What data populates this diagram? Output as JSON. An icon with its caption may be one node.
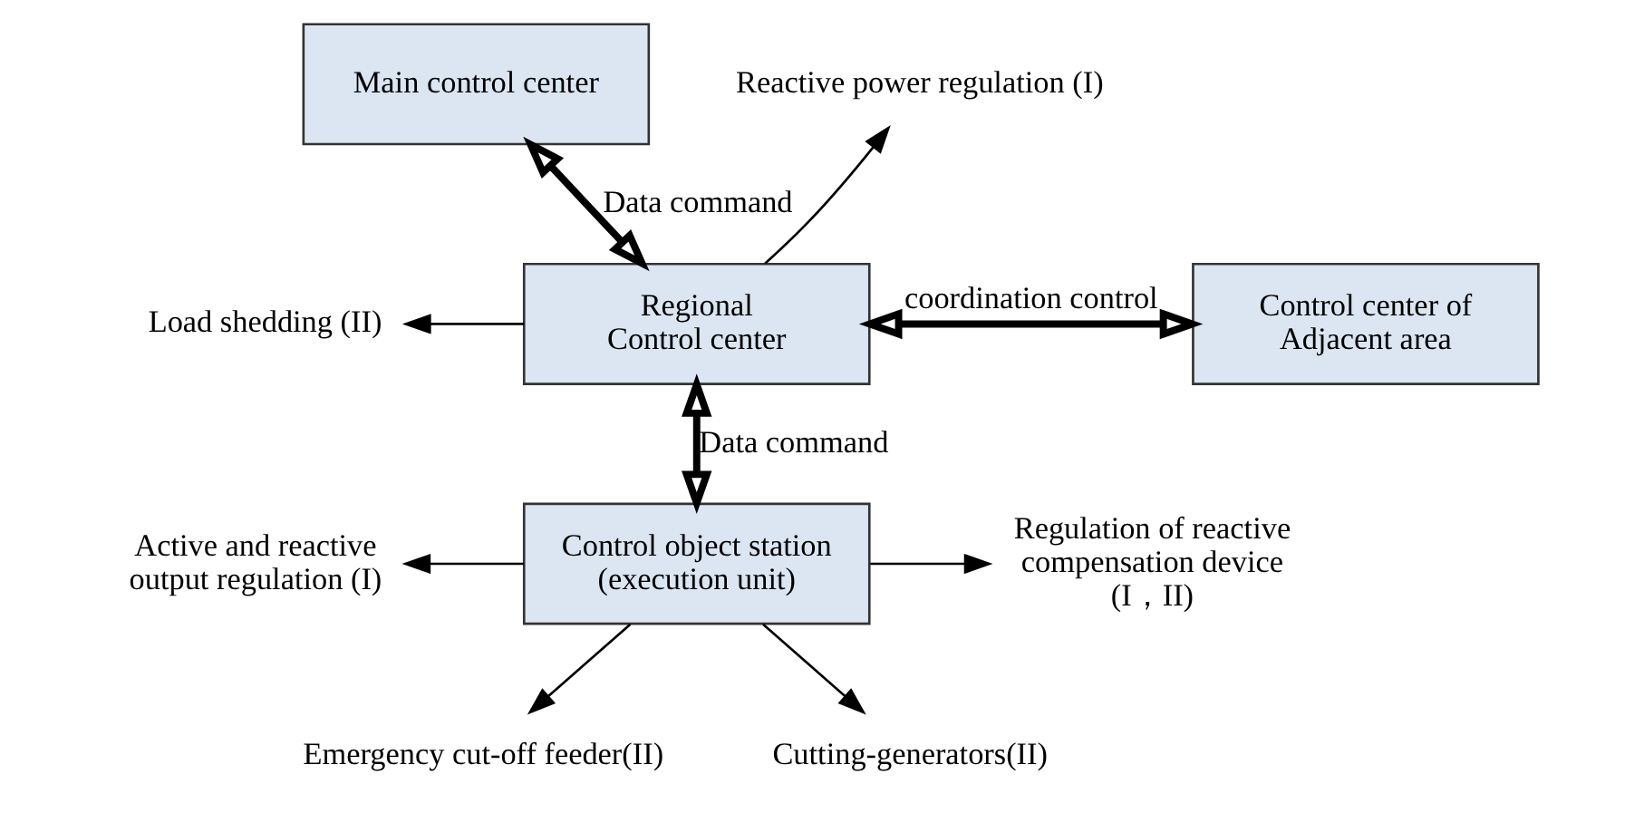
{
  "diagram": {
    "nodes": [
      {
        "text": [
          "Main control center"
        ]
      },
      {
        "text": [
          "Regional Control center"
        ]
      },
      {
        "text": [
          "Control center of Adjacent area"
        ]
      },
      {
        "text": [
          "Control object station (execution unit)"
        ]
      },
      {
        "text": [
          "Reactive power regulation (I)"
        ]
      },
      {
        "text": [
          "Load shedding (II)"
        ]
      },
      {
        "text": [
          "Active and reactive output regulation (I)"
        ]
      },
      {
        "text": [
          "Regulation of reactive compensation device (I，II)"
        ]
      },
      {
        "text": [
          "Emergency cut-off feeder(II)"
        ]
      },
      {
        "text": [
          "Cutting-generators(II)"
        ]
      }
    ],
    "edges": [
      {
        "from": 0,
        "to": 1,
        "arrow": "both",
        "label": "Data command",
        "style": "thick"
      },
      {
        "from": 1,
        "to": 2,
        "arrow": "both",
        "label": "coordination control",
        "style": "thick"
      },
      {
        "from": 1,
        "to": 4,
        "arrow": "to"
      },
      {
        "from": 1,
        "to": 5,
        "arrow": "to"
      },
      {
        "from": 1,
        "to": 3,
        "arrow": "both",
        "label": "Data command",
        "style": "thick"
      },
      {
        "from": 3,
        "to": 6,
        "arrow": "to"
      },
      {
        "from": 3,
        "to": 7,
        "arrow": "to"
      },
      {
        "from": 3,
        "to": 8,
        "arrow": "to"
      },
      {
        "from": 3,
        "to": 9,
        "arrow": "to"
      }
    ]
  }
}
